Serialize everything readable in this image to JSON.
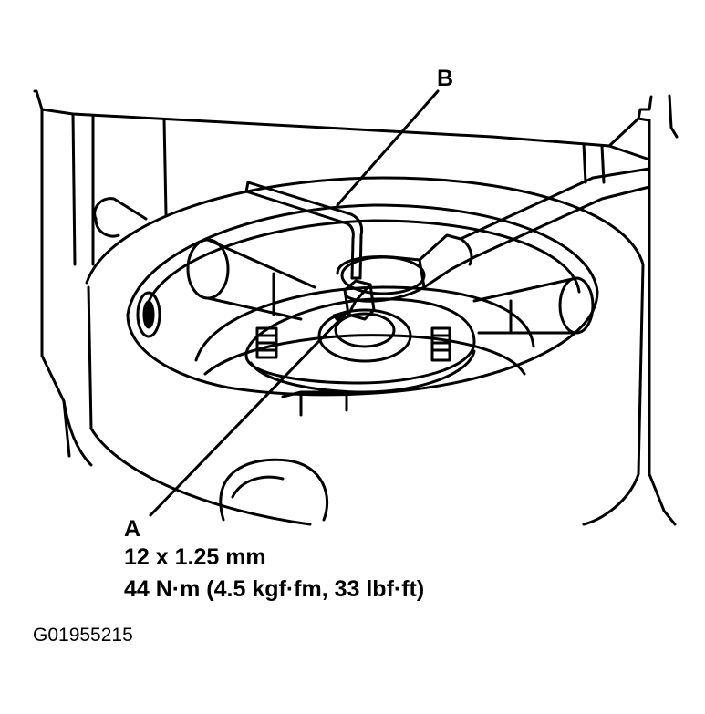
{
  "labels": {
    "a": "A",
    "b": "B",
    "spec_size": "12 x 1.25 mm",
    "spec_torque": "44 N·m (4.5 kgf·fm, 33 lbf·ft)"
  },
  "figure_id": "G01955215",
  "colors": {
    "line": "#000000",
    "background": "#ffffff"
  }
}
